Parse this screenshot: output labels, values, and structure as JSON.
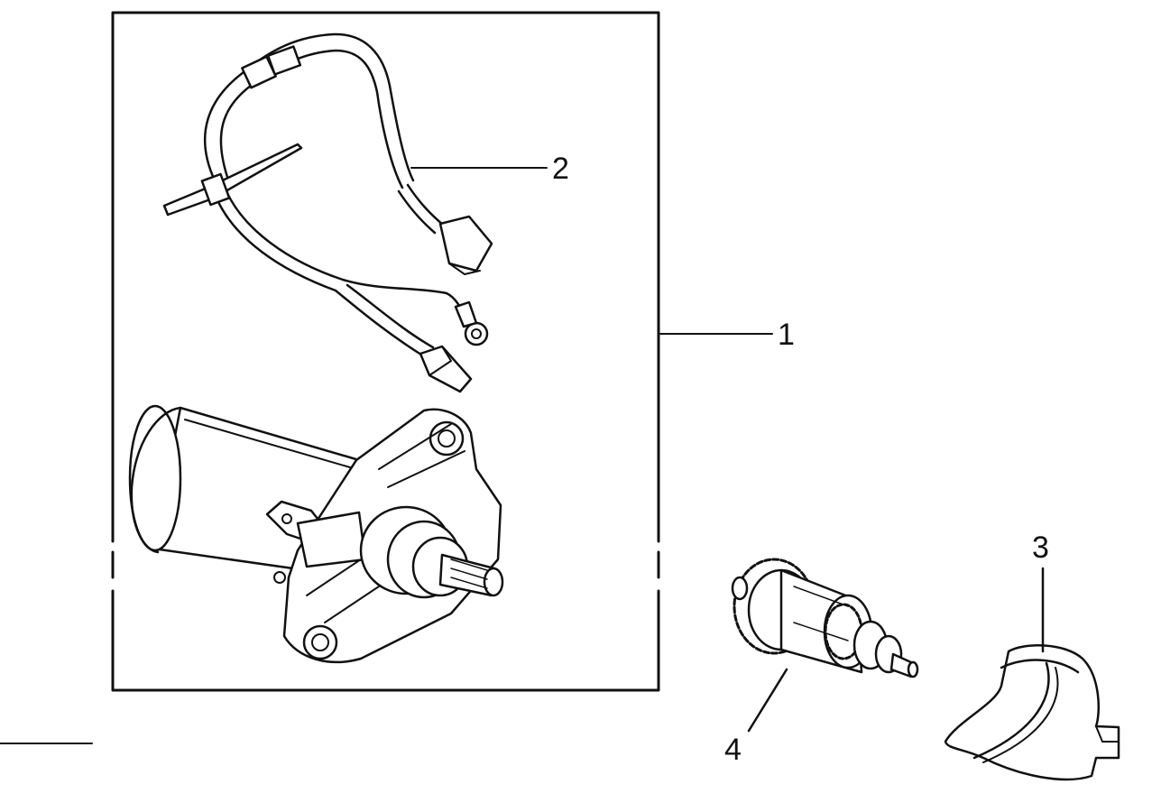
{
  "callouts": {
    "part_1": "1",
    "part_2": "2",
    "part_3": "3",
    "part_4": "4"
  },
  "colors": {
    "ink": "#111111",
    "background": "#ffffff"
  },
  "icons": [
    "wire-harness-icon",
    "starter-motor-icon",
    "starter-clutch-gear-icon",
    "cover-bracket-icon"
  ]
}
